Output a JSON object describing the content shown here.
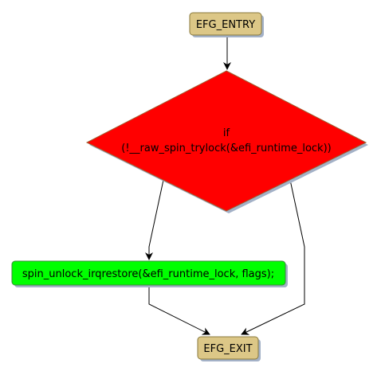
{
  "nodes": {
    "entry": {
      "label": "EFG_ENTRY"
    },
    "condition": {
      "line1": "if",
      "line2": "(!__raw_spin_trylock(&efi_runtime_lock))"
    },
    "action": {
      "label": "spin_unlock_irqrestore(&efi_runtime_lock, flags);"
    },
    "exit": {
      "label": "EFG_EXIT"
    }
  },
  "colors": {
    "terminal_fill": "#dcc787",
    "terminal_border": "#8a7a3c",
    "decision_fill": "#ff0000",
    "decision_border": "#a05a2c",
    "action_fill": "#00ff00",
    "action_border": "#3c8a3c",
    "shadow": "#a3b1c7",
    "edge": "#000000"
  }
}
